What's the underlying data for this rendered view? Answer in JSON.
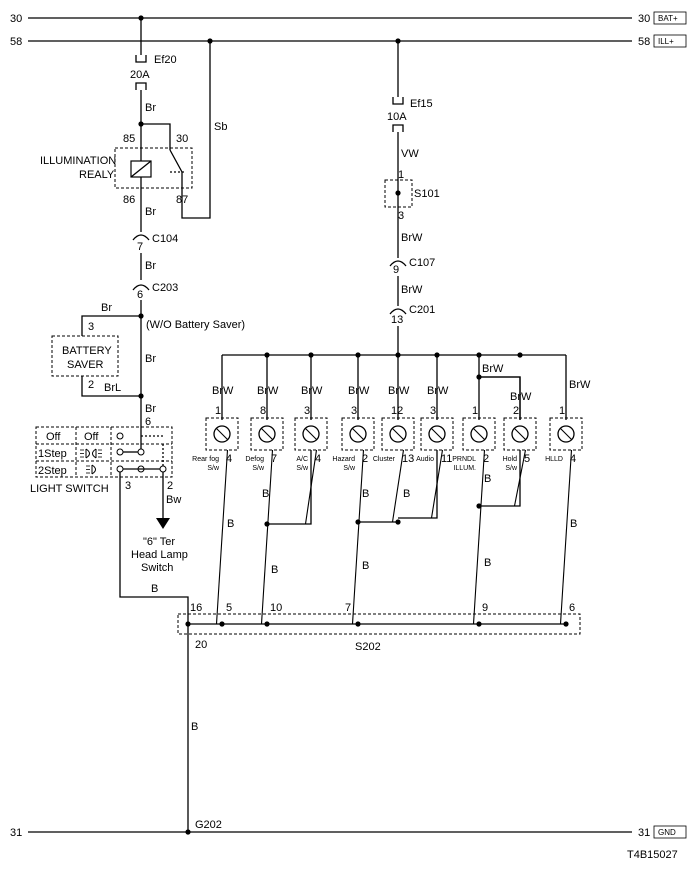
{
  "rails": {
    "bat_num": "30",
    "bat_tag": "BAT+",
    "ill_num": "58",
    "ill_tag": "ILL+",
    "gnd_num": "31",
    "gnd_tag": "GND"
  },
  "fuses": {
    "ef20_name": "Ef20",
    "ef20_amp": "20A",
    "ef15_name": "Ef15",
    "ef15_amp": "10A"
  },
  "relay": {
    "title_line1": "ILLUMINATION",
    "title_line2": "REALY",
    "pin85": "85",
    "pin30": "30",
    "pin86": "86",
    "pin87": "87"
  },
  "wires": {
    "br": "Br",
    "sb": "Sb",
    "vw": "VW",
    "brw": "BrW",
    "brl": "BrL",
    "bw": "Bw",
    "b": "B"
  },
  "connectors": {
    "c104": "C104",
    "c104_pin": "7",
    "c203": "C203",
    "c203_pin": "6",
    "c107": "C107",
    "c107_pin": "9",
    "c201": "C201",
    "c201_pin": "13",
    "s101": "S101",
    "s101_pin1": "1",
    "s101_pin3": "3",
    "s202": "S202",
    "g202": "G202"
  },
  "battery_saver": {
    "line1": "BATTERY",
    "line2": "SAVER",
    "pin3": "3",
    "pin2": "2",
    "note": "(W/O Battery Saver)"
  },
  "light_switch": {
    "name": "LIGHT SWITCH",
    "off": "Off",
    "step1": "1Step",
    "step2": "2Step",
    "pin6": "6",
    "pin3": "3",
    "pin2": "2",
    "dest_line1": "\"6\" Ter",
    "dest_line2": "Head Lamp",
    "dest_line3": "Switch"
  },
  "lamps": [
    {
      "top_pin": "1",
      "bottom_pin": "4",
      "label": "Rear fog S/w",
      "s202_pin": "5"
    },
    {
      "top_pin": "8",
      "bottom_pin": "7",
      "label": "Defog S/w",
      "s202_pin": "10"
    },
    {
      "top_pin": "3",
      "bottom_pin": "4",
      "label": "A/C S/w",
      "s202_pin": ""
    },
    {
      "top_pin": "3",
      "bottom_pin": "2",
      "label": "Hazard S/w",
      "s202_pin": "7"
    },
    {
      "top_pin": "12",
      "bottom_pin": "13",
      "label": "Cluster",
      "s202_pin": ""
    },
    {
      "top_pin": "3",
      "bottom_pin": "11",
      "label": "Audio",
      "s202_pin": ""
    },
    {
      "top_pin": "1",
      "bottom_pin": "2",
      "label": "PRNDL ILLUM.",
      "s202_pin": "9"
    },
    {
      "top_pin": "2",
      "bottom_pin": "5",
      "label": "Hold S/w",
      "s202_pin": ""
    },
    {
      "top_pin": "1",
      "bottom_pin": "4",
      "label": "HLLD",
      "s202_pin": "6"
    }
  ],
  "s202_pins": {
    "left_top": "16",
    "left_bottom": "20"
  },
  "diagram_code": "T4B15027"
}
